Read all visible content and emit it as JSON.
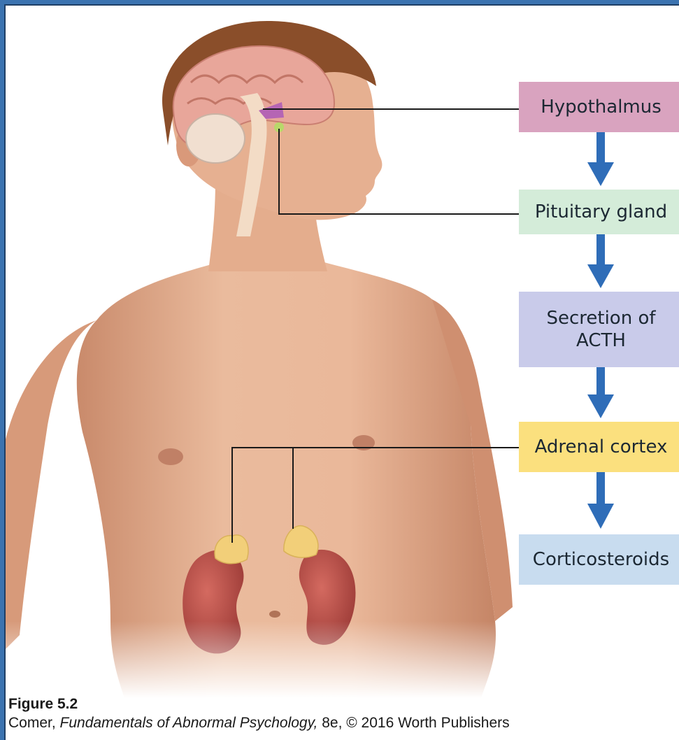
{
  "flowchart": {
    "steps": [
      {
        "label": "Hypothalmus",
        "color": "#d9a3bf"
      },
      {
        "label": "Pituitary gland",
        "color": "#d4ecd9"
      },
      {
        "label_line1": "Secretion of",
        "label_line2": "ACTH",
        "color": "#c9cbea"
      },
      {
        "label": "Adrenal cortex",
        "color": "#fbe07e"
      },
      {
        "label": "Corticosteroids",
        "color": "#c8dcef"
      }
    ],
    "arrow_color": "#2f6db8",
    "leader_line_color": "#1a1a1a"
  },
  "caption": {
    "figure_label": "Figure 5.2",
    "credit_author": "Comer, ",
    "credit_title": "Fundamentals of Abnormal Psychology,",
    "credit_rest": " 8e, © 2016 Worth Publishers"
  },
  "colors": {
    "page_border": "#3b73b0",
    "skin": "#e9b596",
    "hair": "#8a4e2a",
    "brain": "#e8a69a",
    "kidney": "#b94a45",
    "adrenal": "#f2cf79",
    "hypothalamus_highlight": "#b565b4",
    "pituitary_highlight": "#b8d86a"
  }
}
